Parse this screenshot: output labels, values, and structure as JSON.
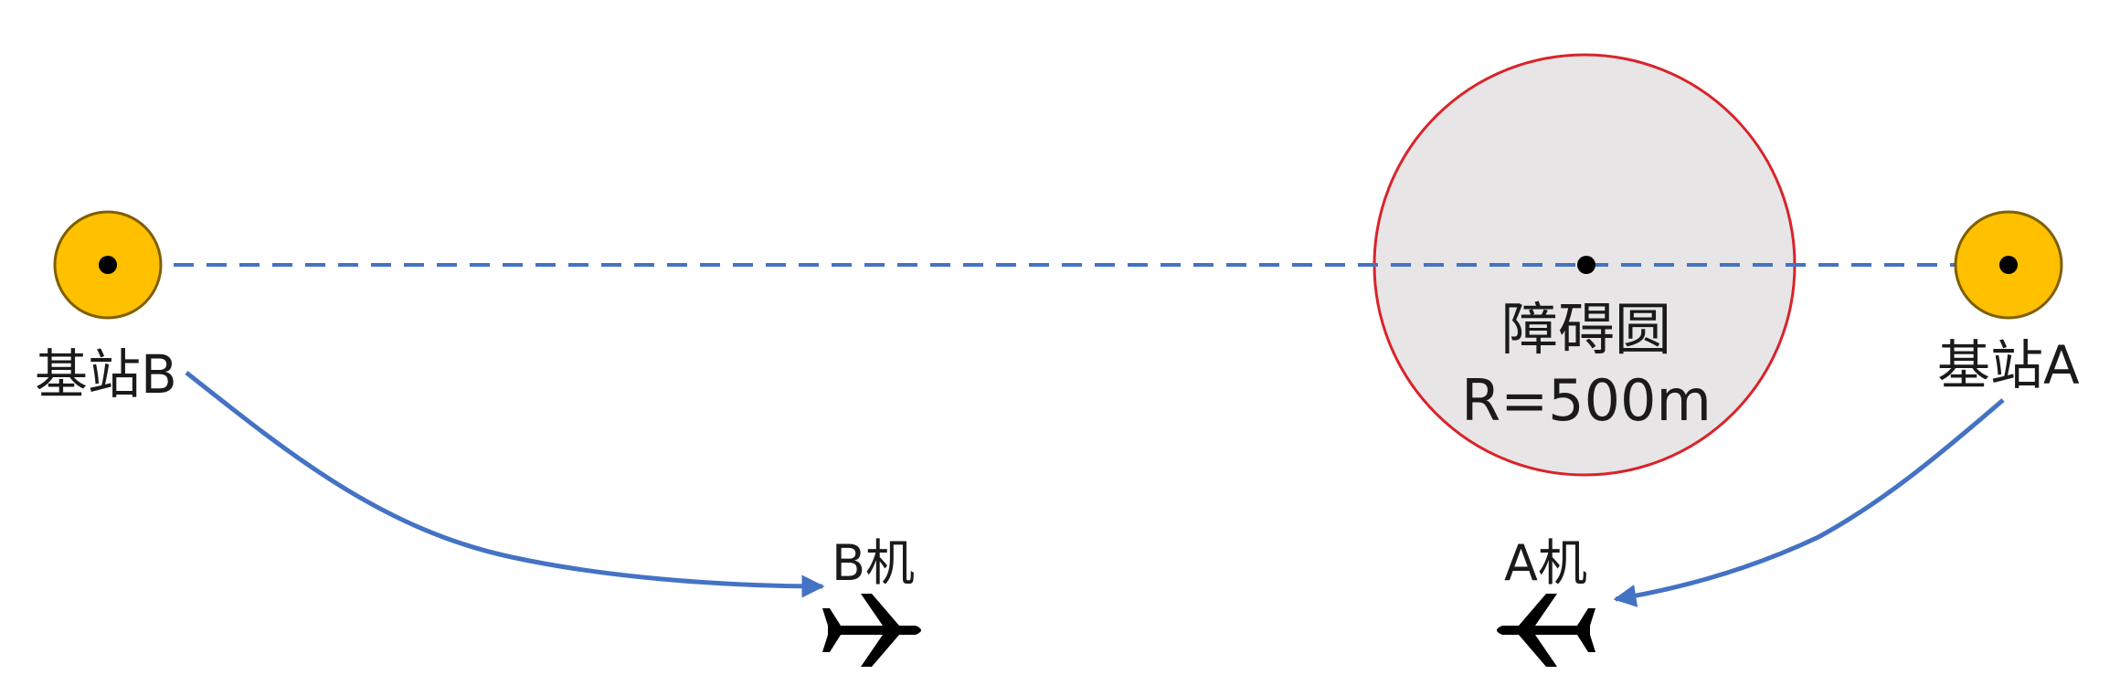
{
  "stations": {
    "b": {
      "label": "基站B"
    },
    "a": {
      "label": "基站A"
    }
  },
  "obstacle": {
    "title": "障碍圆",
    "radius_label": "R=500m"
  },
  "planes": {
    "b": {
      "label": "B机",
      "icon": "airplane-icon"
    },
    "a": {
      "label": "A机",
      "icon": "airplane-icon"
    }
  },
  "colors": {
    "station_fill": "#FFC000",
    "station_stroke": "#7F5F00",
    "obstacle_fill": "#E7E5E6",
    "obstacle_stroke": "#D9232A",
    "line": "#4472C4",
    "plane": "#000000"
  }
}
